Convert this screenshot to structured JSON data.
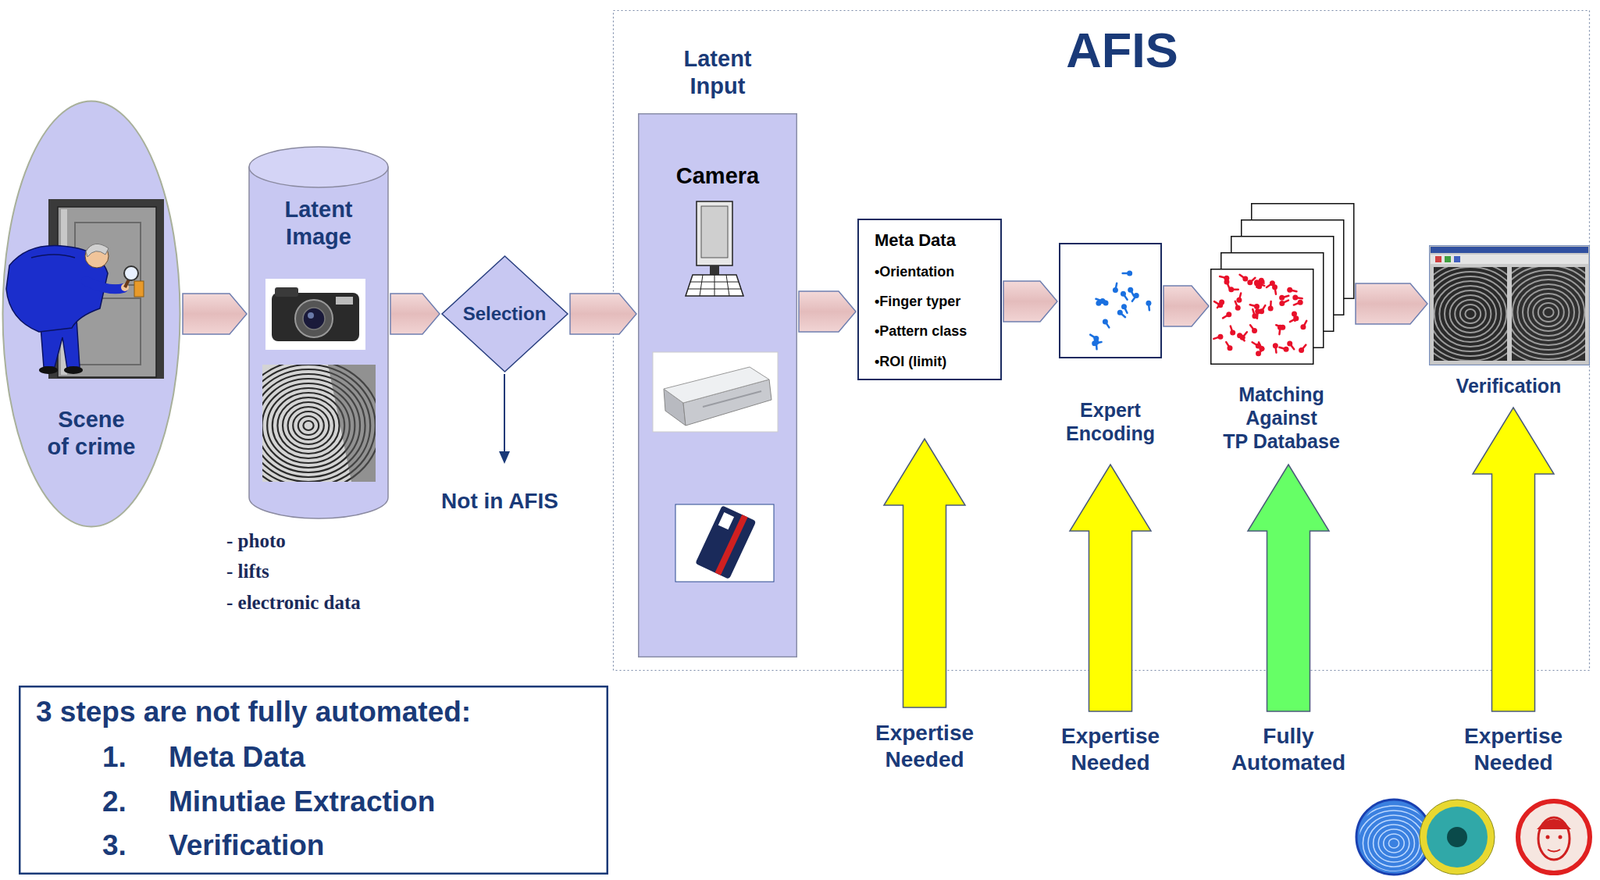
{
  "diagram": {
    "nodes": [
      {
        "text": [
          "Scene of crime"
        ]
      },
      {
        "text": [
          "Latent Image"
        ]
      },
      {
        "text": [
          "Selection"
        ]
      },
      {
        "text": [
          "AFIS"
        ]
      },
      {
        "text": [
          "Latent Input",
          "Camera"
        ],
        "in": 3
      },
      {
        "text": [
          "Meta Data",
          "•Orientation",
          "•Finger typer",
          "•Pattern class",
          "•ROI (limit)"
        ],
        "in": 3
      },
      {
        "text": [
          "Expert Encoding"
        ],
        "in": 3
      },
      {
        "text": [
          "Matching Against TP Database"
        ],
        "in": 3
      },
      {
        "text": [
          "Verification"
        ],
        "in": 3
      },
      {
        "text": [
          "3 steps are not fully automated:",
          "1.",
          "Meta Data",
          "2.",
          "Minutiae Extraction",
          "3.",
          "Verification"
        ]
      }
    ],
    "edges": [
      {
        "from": 0,
        "to": 1,
        "arrow": "to"
      },
      {
        "from": 1,
        "to": 2,
        "arrow": "to"
      },
      {
        "from": 2,
        "to": 4,
        "arrow": "to"
      },
      {
        "from": 4,
        "to": 5,
        "arrow": "to"
      },
      {
        "from": 5,
        "to": 6,
        "arrow": "to"
      },
      {
        "from": 6,
        "to": 7,
        "arrow": "to"
      },
      {
        "from": 7,
        "to": 8,
        "arrow": "to"
      }
    ],
    "labels": [
      "- photo",
      "- lifts",
      "- electronic data",
      "Not in AFIS",
      "Expertise Needed",
      "Expertise Needed",
      "Fully Automated",
      "Expertise Needed"
    ]
  }
}
